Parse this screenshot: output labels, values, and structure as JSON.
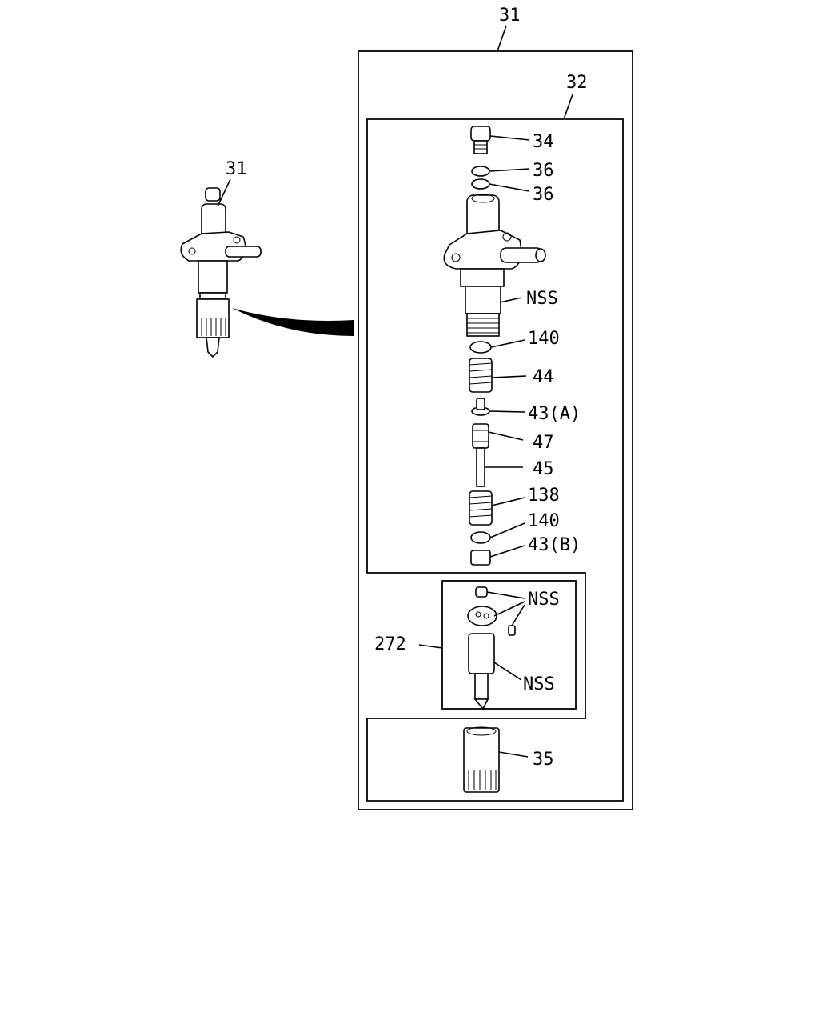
{
  "callouts": {
    "assembly_top": "31",
    "assembly_side": "31",
    "holder_kit": "32",
    "bolt": "34",
    "washer_1": "36",
    "washer_2": "36",
    "body_nss": "NSS",
    "shim_upper": "140",
    "spring_upper": "44",
    "seat_a": "43(A)",
    "spindle_collar": "47",
    "push_rod": "45",
    "spring_lower": "138",
    "shim_lower": "140",
    "seat_b": "43(B)",
    "nozzle_kit": "272",
    "nozzle_parts_nss": "NSS",
    "nozzle_body_nss": "NSS",
    "retaining_nut": "35"
  }
}
